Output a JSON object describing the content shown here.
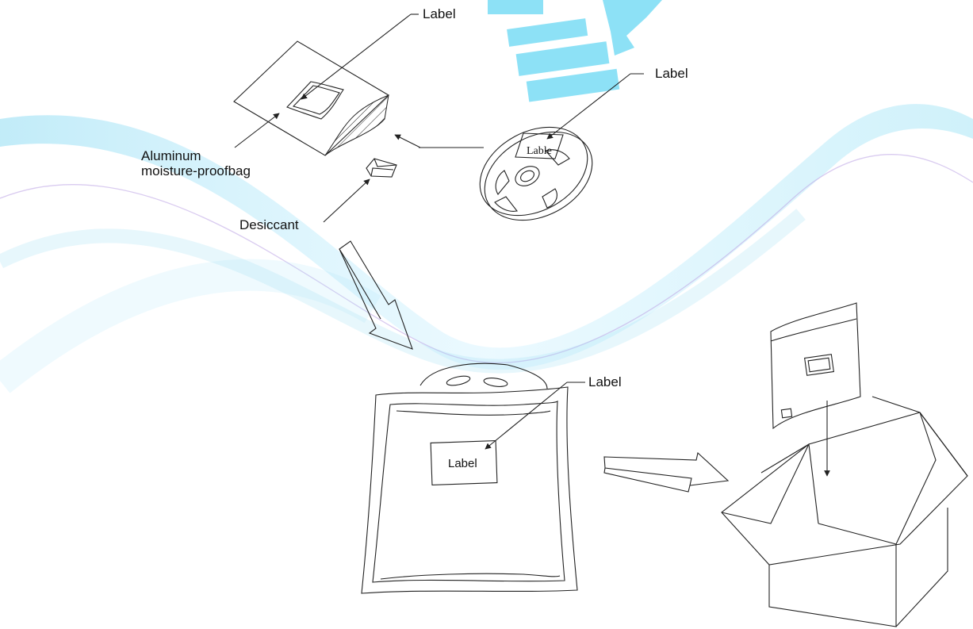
{
  "labels": {
    "label_top": "Label",
    "label_reel": "Label",
    "reel_sticker": "Lable",
    "aluminum_line1": "Aluminum",
    "aluminum_line2": "moisture-proofbag",
    "desiccant": "Desiccant",
    "label_bag_callout": "Label",
    "label_bag_sticker": "Label"
  },
  "colors": {
    "watermark": "#2fc8ee",
    "swoosh": "#9fe3f5",
    "swoosh_edge": "#c9a6e0",
    "line": "#222222"
  }
}
